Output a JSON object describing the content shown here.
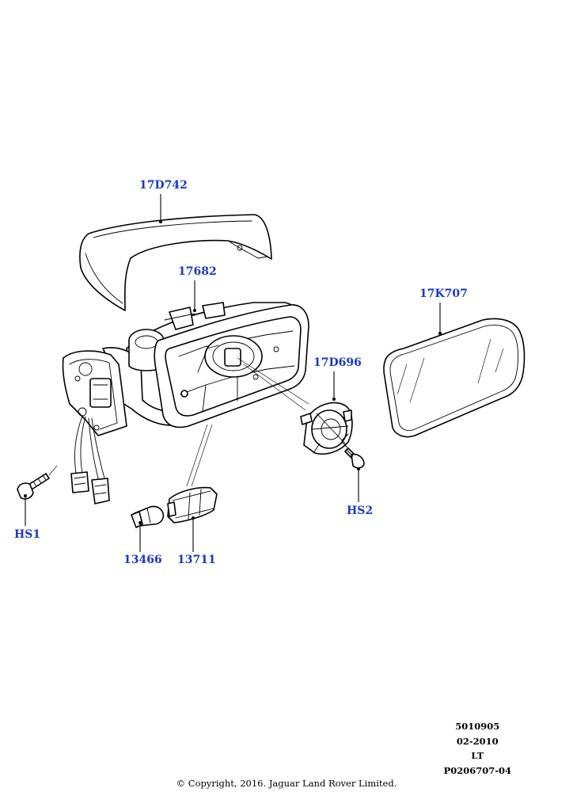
{
  "callouts": {
    "cover": "17D742",
    "housing": "17682",
    "glass": "17K707",
    "motor": "17D696",
    "screw_hs2": "HS2",
    "screw_hs1": "HS1",
    "bulb": "13466",
    "lamp": "13711"
  },
  "reference": {
    "line1": "5010905",
    "line2": "02-2010",
    "line3": "LT",
    "line4": "P0206707-04"
  },
  "copyright": "© Copyright, 2016. Jaguar Land Rover Limited.",
  "colors": {
    "callout": "#1a35d6",
    "line": "#000000"
  }
}
